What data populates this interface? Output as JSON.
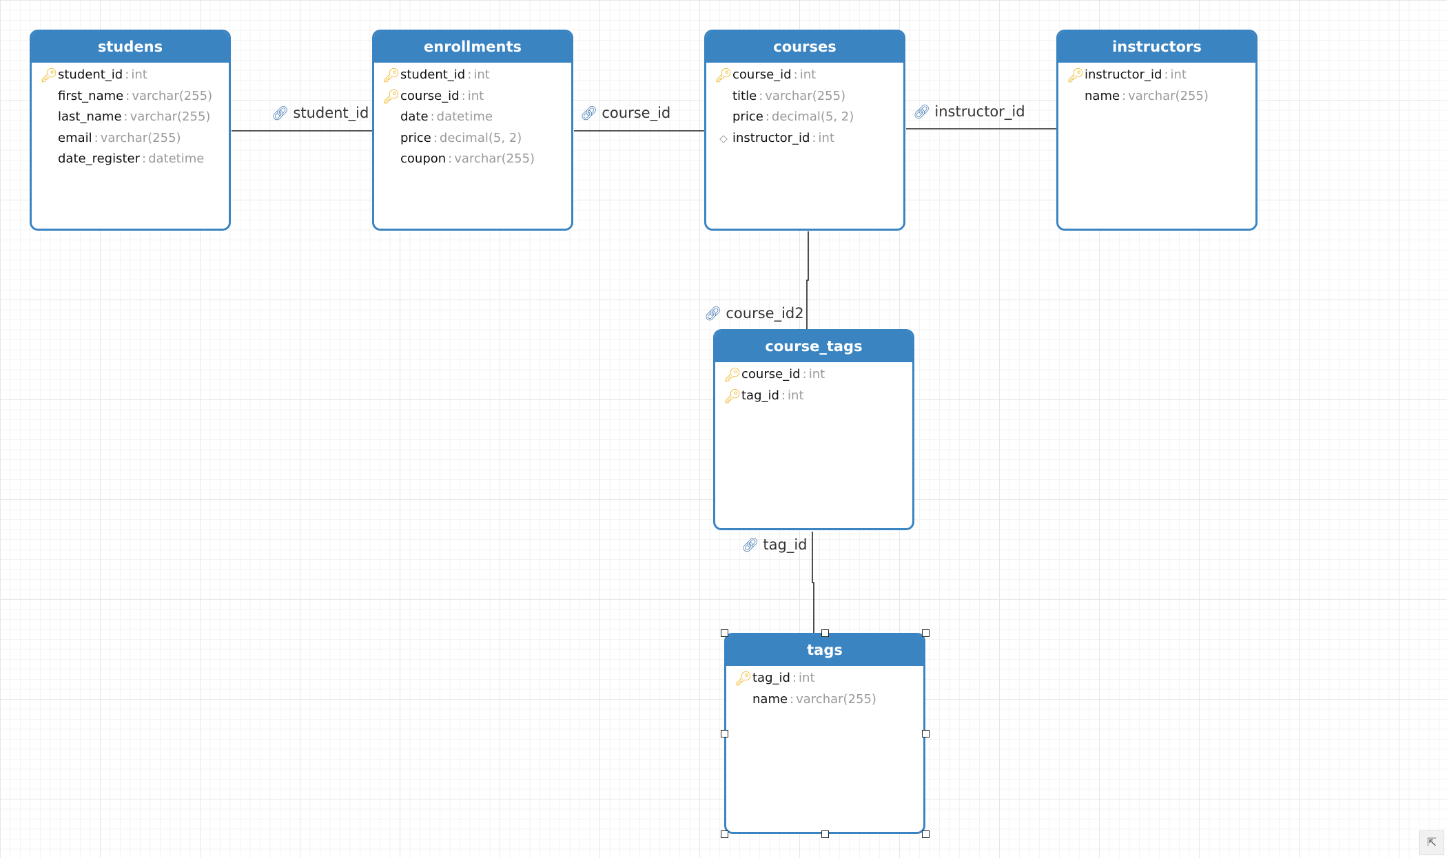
{
  "tables": [
    {
      "id": "studens",
      "title": "studens",
      "fields": [
        {
          "name": "student_id",
          "type": "int",
          "icon": "key-icon"
        },
        {
          "name": "first_name",
          "type": "varchar(255)",
          "icon": ""
        },
        {
          "name": "last_name",
          "type": "varchar(255)",
          "icon": ""
        },
        {
          "name": "email",
          "type": "varchar(255)",
          "icon": ""
        },
        {
          "name": "date_register",
          "type": "datetime",
          "icon": ""
        }
      ]
    },
    {
      "id": "enrollments",
      "title": "enrollments",
      "fields": [
        {
          "name": "student_id",
          "type": "int",
          "icon": "key-icon"
        },
        {
          "name": "course_id",
          "type": "int",
          "icon": "key-icon"
        },
        {
          "name": "date",
          "type": "datetime",
          "icon": ""
        },
        {
          "name": "price",
          "type": "decimal(5, 2)",
          "icon": ""
        },
        {
          "name": "coupon",
          "type": "varchar(255)",
          "icon": ""
        }
      ]
    },
    {
      "id": "courses",
      "title": "courses",
      "fields": [
        {
          "name": "course_id",
          "type": "int",
          "icon": "key-icon"
        },
        {
          "name": "title",
          "type": "varchar(255)",
          "icon": ""
        },
        {
          "name": "price",
          "type": "decimal(5, 2)",
          "icon": ""
        },
        {
          "name": "instructor_id",
          "type": "int",
          "icon": "diamond-icon"
        }
      ]
    },
    {
      "id": "instructors",
      "title": "instructors",
      "fields": [
        {
          "name": "instructor_id",
          "type": "int",
          "icon": "key-icon"
        },
        {
          "name": "name",
          "type": "varchar(255)",
          "icon": ""
        }
      ]
    },
    {
      "id": "course_tags",
      "title": "course_tags",
      "fields": [
        {
          "name": "course_id",
          "type": "int",
          "icon": "key-icon"
        },
        {
          "name": "tag_id",
          "type": "int",
          "icon": "key-icon"
        }
      ]
    },
    {
      "id": "tags",
      "title": "tags",
      "selected": true,
      "fields": [
        {
          "name": "tag_id",
          "type": "int",
          "icon": "key-icon"
        },
        {
          "name": "name",
          "type": "varchar(255)",
          "icon": ""
        }
      ]
    }
  ],
  "relationships": [
    {
      "id": "rel-student-id",
      "label": "student_id",
      "from": "studens",
      "to": "enrollments",
      "icon": "link-icon"
    },
    {
      "id": "rel-course-id",
      "label": "course_id",
      "from": "enrollments",
      "to": "courses",
      "icon": "link-icon"
    },
    {
      "id": "rel-instructor-id",
      "label": "instructor_id",
      "from": "courses",
      "to": "instructors",
      "icon": "link-icon"
    },
    {
      "id": "rel-course-id2",
      "label": "course_id2",
      "from": "courses",
      "to": "course_tags",
      "icon": "link-icon"
    },
    {
      "id": "rel-tag-id",
      "label": "tag_id",
      "from": "course_tags",
      "to": "tags",
      "icon": "link-icon"
    }
  ],
  "colors": {
    "accent": "#3a84c2",
    "key": "#f0b21a",
    "type_text": "#9a9a9a",
    "link": "#4a7fb5"
  },
  "ui": {
    "corner_button_icon": "collapse-arrow-icon"
  }
}
